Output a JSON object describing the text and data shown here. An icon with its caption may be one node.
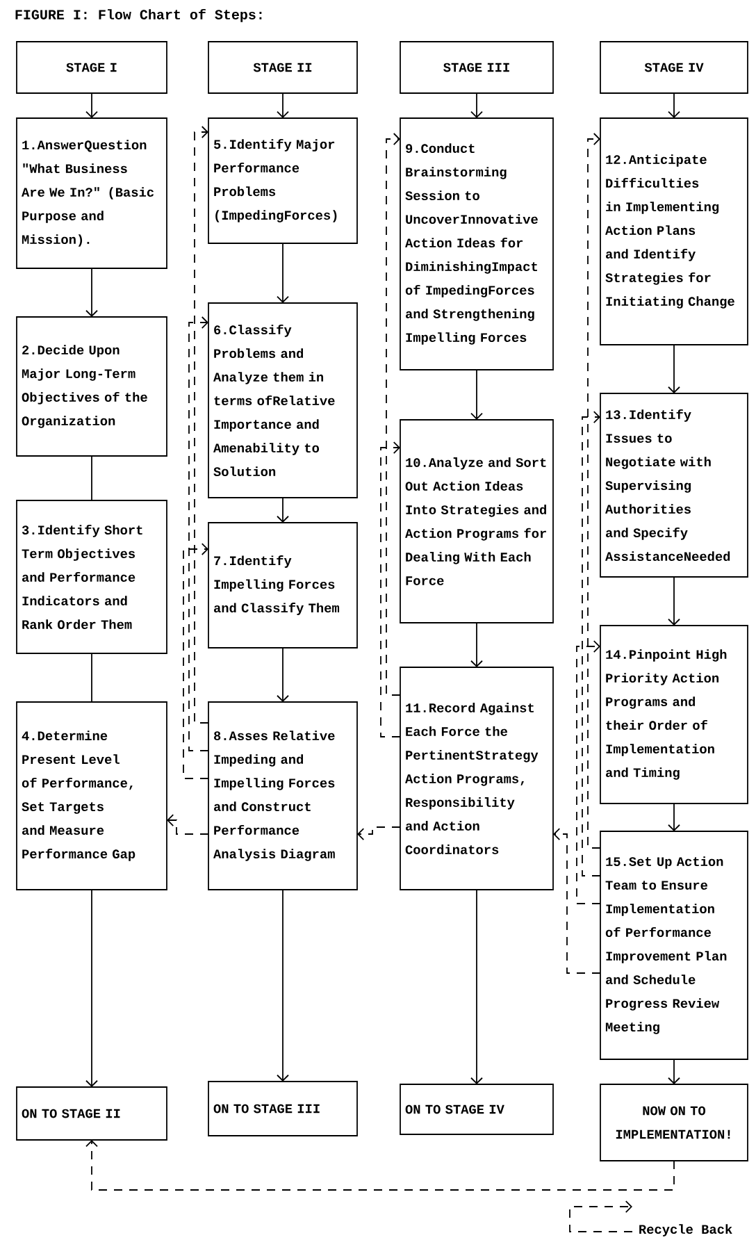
{
  "diagram": {
    "title": "FIGURE I: Flow Chart of Steps:",
    "nodes": [
      {
        "text": [
          "STAGE I"
        ]
      },
      {
        "text": [
          "STAGE II"
        ]
      },
      {
        "text": [
          "STAGE III"
        ]
      },
      {
        "text": [
          "STAGE IV"
        ]
      },
      {
        "text": [
          "1.AnswerQuestion \"What Business Are We In?\" (Basic Purpose and Mission)."
        ]
      },
      {
        "text": [
          "2.Decide Upon Major Long-Term Objectives of the Organization"
        ]
      },
      {
        "text": [
          "3.Identify Short Term Objectives and Performance Indicators and Rank Order Them"
        ]
      },
      {
        "text": [
          "4.Determine Present Level of Performance, Set Targets and Measure Performance Gap"
        ]
      },
      {
        "text": [
          "5.Identify Major Performance Problems (ImpedingForces)"
        ]
      },
      {
        "text": [
          "6.Classify Problems and Analyze them in terms ofRelative Importance and Amenability to Solution"
        ]
      },
      {
        "text": [
          "7.Identify Impelling Forces and Classify Them"
        ]
      },
      {
        "text": [
          "8.Asses Relative Impeding and Impelling Forces and Construct Performance Analysis Diagram"
        ]
      },
      {
        "text": [
          "9.Conduct Brainstorming Session to UncoverInnovative Action Ideas for DiminishingImpact of ImpedingForces and Strengthening Impelling Forces"
        ]
      },
      {
        "text": [
          "10.Analyze and Sort Out Action Ideas Into Strategies and Action Programs for Dealing With Each Force"
        ]
      },
      {
        "text": [
          "11.Record Against Each Force the PertinentStrategy Action Programs, Responsibility and Action Coordinators"
        ]
      },
      {
        "text": [
          "12.Anticipate Difficulties in Implementing Action Plans and Identify Strategies for Initiating Change"
        ]
      },
      {
        "text": [
          "13.Identify Issues to Negotiate with Supervising Authorities and Specify AssistanceNeeded"
        ]
      },
      {
        "text": [
          "14.Pinpoint High Priority Action Programs and their Order of Implementation and Timing"
        ]
      },
      {
        "text": [
          "15.Set Up Action Team to Ensure Implementation of Performance Improvement Plan and Schedule Progress Review Meeting"
        ]
      },
      {
        "text": [
          "ON TO STAGE II"
        ]
      },
      {
        "text": [
          "ON TO STAGE III"
        ]
      },
      {
        "text": [
          "ON TO STAGE IV"
        ]
      },
      {
        "text": [
          "NOW ON TO IMPLEMENTATION!"
        ]
      }
    ],
    "edges": [
      {
        "from": 0,
        "to": 4,
        "arrow": "to"
      },
      {
        "from": 4,
        "to": 5,
        "arrow": "to"
      },
      {
        "from": 5,
        "to": 6,
        "arrow": "none"
      },
      {
        "from": 6,
        "to": 7,
        "arrow": "none"
      },
      {
        "from": 7,
        "to": 19,
        "arrow": "to"
      },
      {
        "from": 1,
        "to": 8,
        "arrow": "to"
      },
      {
        "from": 8,
        "to": 9,
        "arrow": "to"
      },
      {
        "from": 9,
        "to": 10,
        "arrow": "to"
      },
      {
        "from": 10,
        "to": 11,
        "arrow": "to"
      },
      {
        "from": 11,
        "to": 20,
        "arrow": "to"
      },
      {
        "from": 2,
        "to": 12,
        "arrow": "to"
      },
      {
        "from": 12,
        "to": 13,
        "arrow": "to"
      },
      {
        "from": 13,
        "to": 14,
        "arrow": "to"
      },
      {
        "from": 14,
        "to": 21,
        "arrow": "to"
      },
      {
        "from": 3,
        "to": 15,
        "arrow": "to"
      },
      {
        "from": 15,
        "to": 16,
        "arrow": "to"
      },
      {
        "from": 16,
        "to": 17,
        "arrow": "to"
      },
      {
        "from": 17,
        "to": 18,
        "arrow": "to"
      },
      {
        "from": 18,
        "to": 22,
        "arrow": "to"
      },
      {
        "from": 11,
        "to": 8,
        "arrow": "to",
        "style": "dashed"
      },
      {
        "from": 11,
        "to": 9,
        "arrow": "to",
        "style": "dashed"
      },
      {
        "from": 11,
        "to": 10,
        "arrow": "to",
        "style": "dashed"
      },
      {
        "from": 11,
        "to": 7,
        "arrow": "to",
        "style": "dashed"
      },
      {
        "from": 14,
        "to": 12,
        "arrow": "to",
        "style": "dashed"
      },
      {
        "from": 14,
        "to": 13,
        "arrow": "to",
        "style": "dashed"
      },
      {
        "from": 14,
        "to": 11,
        "arrow": "to",
        "style": "dashed"
      },
      {
        "from": 18,
        "to": 15,
        "arrow": "to",
        "style": "dashed"
      },
      {
        "from": 18,
        "to": 16,
        "arrow": "to",
        "style": "dashed"
      },
      {
        "from": 18,
        "to": 17,
        "arrow": "to",
        "style": "dashed"
      },
      {
        "from": 18,
        "to": 14,
        "arrow": "to",
        "style": "dashed"
      },
      {
        "from": 22,
        "to": 19,
        "arrow": "to",
        "style": "dashed"
      }
    ],
    "legend": [
      {
        "text": "Recycle Back"
      }
    ]
  }
}
